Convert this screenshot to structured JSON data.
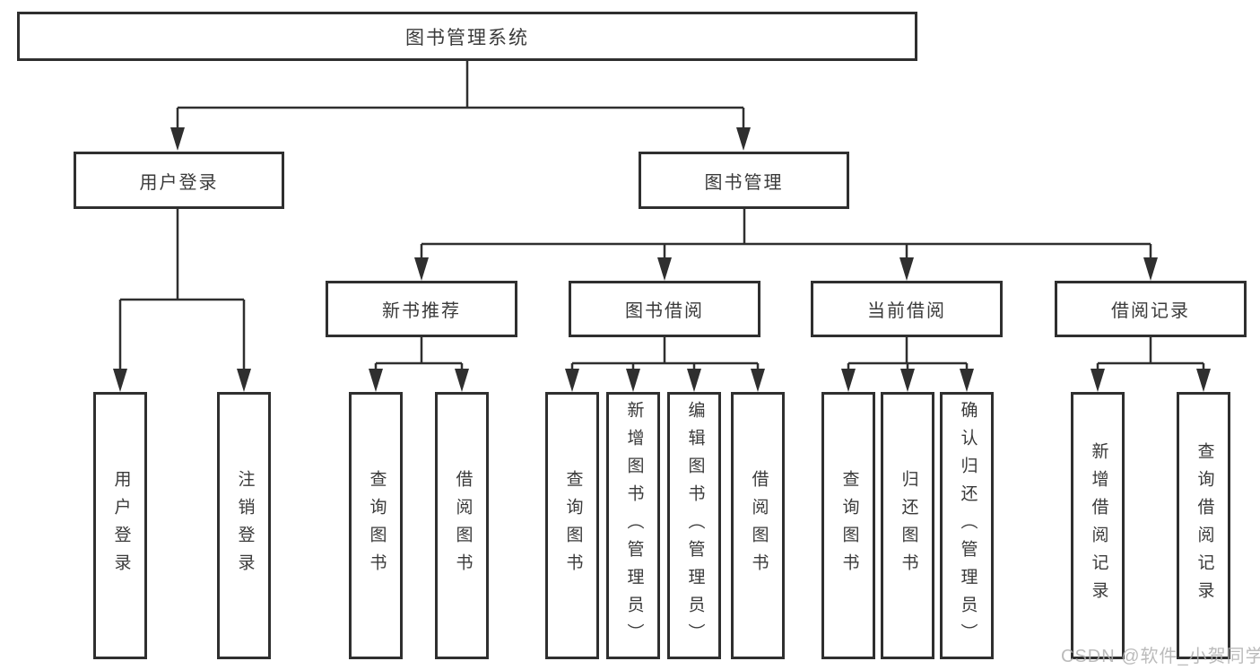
{
  "diagram": {
    "root": {
      "label": "图书管理系统"
    },
    "branches": [
      {
        "label": "用户登录",
        "children": [
          {
            "label": "用户登录"
          },
          {
            "label": "注销登录"
          }
        ]
      },
      {
        "label": "图书管理",
        "children": [
          {
            "label": "新书推荐",
            "children": [
              {
                "label": "查询图书"
              },
              {
                "label": "借阅图书"
              }
            ]
          },
          {
            "label": "图书借阅",
            "children": [
              {
                "label": "查询图书"
              },
              {
                "label": "新增图书（管理员）"
              },
              {
                "label": "编辑图书（管理员）"
              },
              {
                "label": "借阅图书"
              }
            ]
          },
          {
            "label": "当前借阅",
            "children": [
              {
                "label": "查询图书"
              },
              {
                "label": "归还图书"
              },
              {
                "label": "确认归还（管理员）"
              }
            ]
          },
          {
            "label": "借阅记录",
            "children": [
              {
                "label": "新增借阅记录"
              },
              {
                "label": "查询借阅记录"
              }
            ]
          }
        ]
      }
    ]
  },
  "watermark": {
    "text": "CSDN @软件_小贺同学"
  },
  "colors": {
    "line": "#2f2f2f",
    "text": "#3a3a3a",
    "box_background": "#ffffff",
    "watermark": "#b0b0b0"
  }
}
